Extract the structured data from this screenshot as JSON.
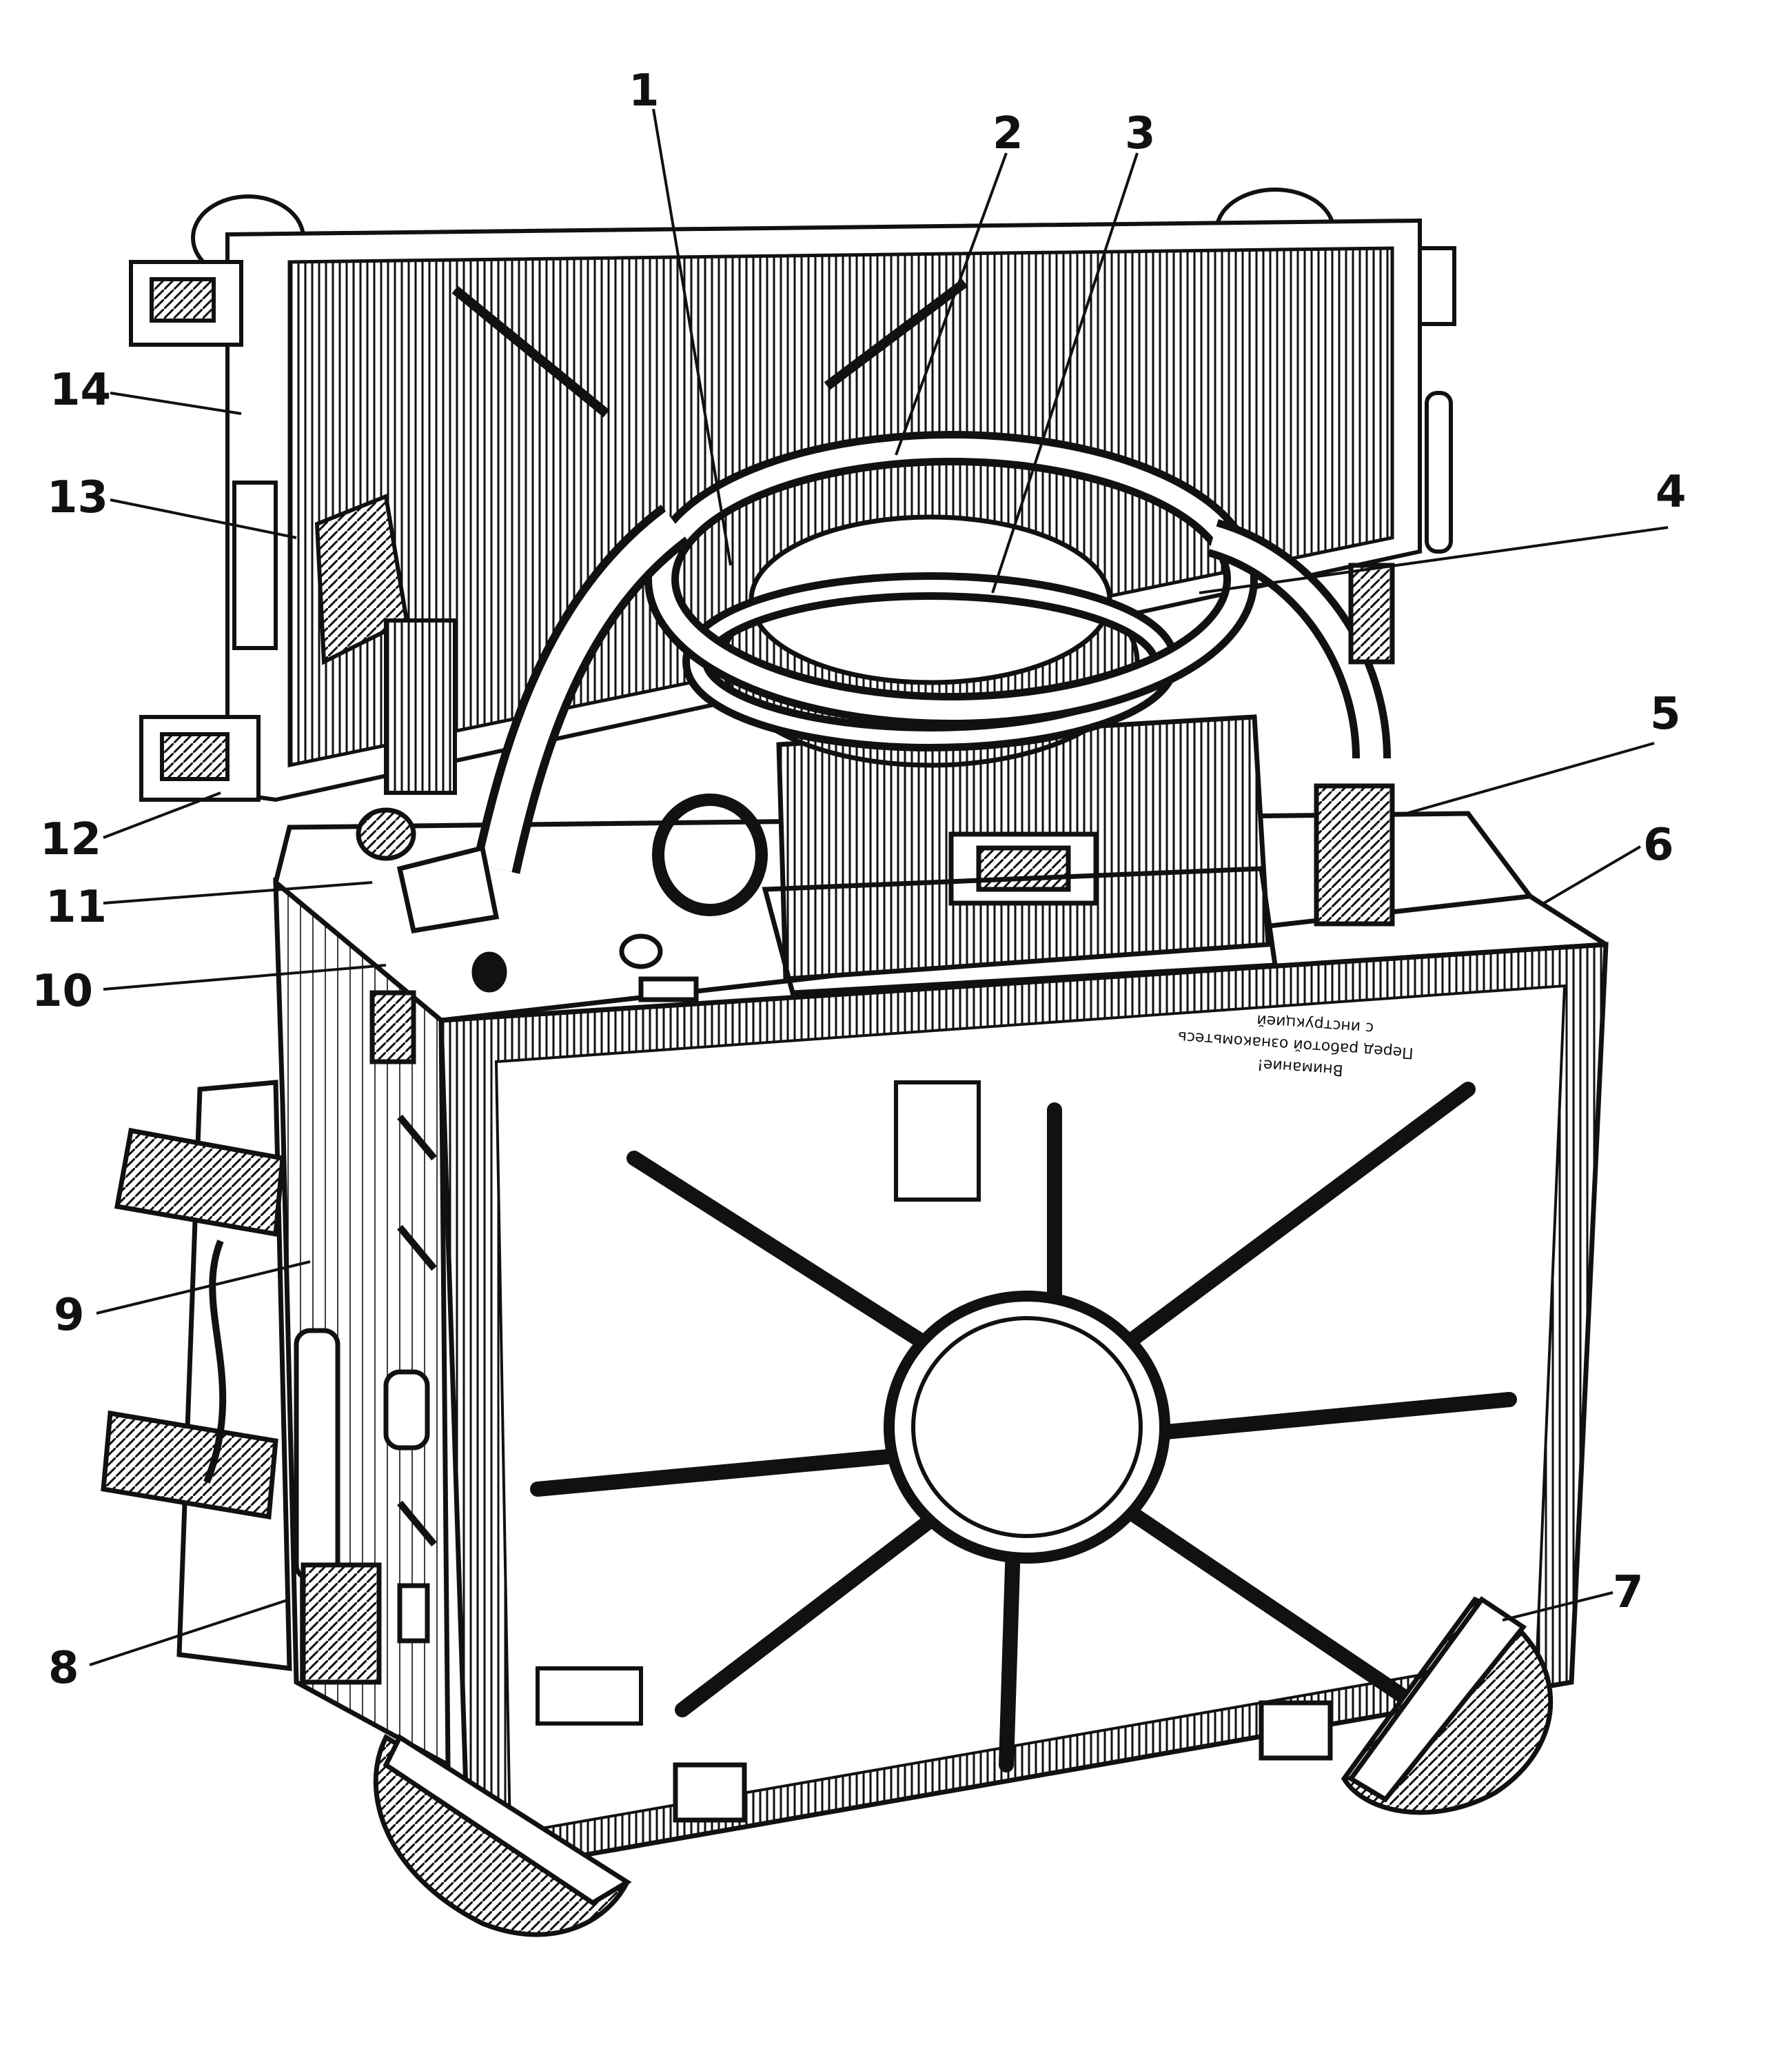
{
  "figure": {
    "plate_text": [
      "Внимание!",
      "Перед работой ознакомьтесь",
      "с инструкцией"
    ],
    "callouts": [
      {
        "id": "1",
        "label": "1"
      },
      {
        "id": "2",
        "label": "2"
      },
      {
        "id": "3",
        "label": "3"
      },
      {
        "id": "4",
        "label": "4"
      },
      {
        "id": "5",
        "label": "5"
      },
      {
        "id": "6",
        "label": "6"
      },
      {
        "id": "7",
        "label": "7"
      },
      {
        "id": "8",
        "label": "8"
      },
      {
        "id": "9",
        "label": "9"
      },
      {
        "id": "10",
        "label": "10"
      },
      {
        "id": "11",
        "label": "11"
      },
      {
        "id": "12",
        "label": "12"
      },
      {
        "id": "13",
        "label": "13"
      },
      {
        "id": "14",
        "label": "14"
      }
    ]
  },
  "colors": {
    "ink": "#111111",
    "paper": "#ffffff",
    "shade": "#333333"
  }
}
